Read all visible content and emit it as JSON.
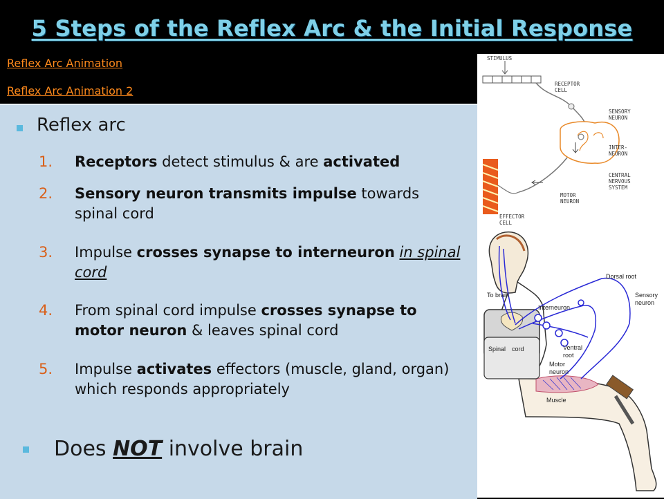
{
  "title": "5 Steps of the Reflex Arc & the Initial Response",
  "links": [
    "Reflex Arc Animation",
    "Reflex Arc Animation 2"
  ],
  "bullet1": "Reflex arc",
  "steps": [
    {
      "num": "1.",
      "parts": [
        {
          "t": "Receptors",
          "b": true
        },
        {
          "t": " detect stimulus & are "
        },
        {
          "t": "activated",
          "b": true
        }
      ]
    },
    {
      "num": "2.",
      "parts": [
        {
          "t": "Sensory neuron transmits impulse",
          "b": true
        },
        {
          "t": " towards spinal cord"
        }
      ]
    },
    {
      "num": "3.",
      "parts": [
        {
          "t": "Impulse "
        },
        {
          "t": "crosses synapse to interneuron",
          "b": true
        },
        {
          "t": " "
        },
        {
          "t": "in spinal cord",
          "em": true
        }
      ]
    },
    {
      "num": "4.",
      "parts": [
        {
          "t": "From spinal cord impulse "
        },
        {
          "t": "crosses synapse to motor neuron",
          "b": true
        },
        {
          "t": " & leaves spinal cord"
        }
      ]
    },
    {
      "num": "5.",
      "parts": [
        {
          "t": "Impulse "
        },
        {
          "t": "activates",
          "b": true
        },
        {
          "t": " effectors (muscle, gland, organ) which responds appropriately"
        }
      ]
    }
  ],
  "bullet2": {
    "pre": "Does ",
    "not": "NOT",
    "post": " involve brain"
  },
  "diagram_top_labels": {
    "stimulus": "STIMULUS",
    "receptor_cell": [
      "RECEPTOR",
      "CELL"
    ],
    "sensory_neuron": [
      "SENSORY",
      "NEURON"
    ],
    "inter_neuron": [
      "INTER-",
      "NEURON"
    ],
    "cns": [
      "CENTRAL",
      "NERVOUS",
      "SYSTEM"
    ],
    "motor_neuron": [
      "MOTOR",
      "NEURON"
    ],
    "effector_cell": [
      "EFFECTOR",
      "CELL"
    ]
  },
  "diagram_bottom_labels": {
    "to_brain": "To brain",
    "dorsal_root": "Dorsal root",
    "sensory_neuron": [
      "Sensory",
      "neuron"
    ],
    "interneuron": "Interneuron",
    "ventral_root": [
      "Ventral",
      "root"
    ],
    "motor_neuron": [
      "Motor",
      "neuron"
    ],
    "spinal_cord": [
      "Spinal",
      "cord"
    ],
    "muscle": "Muscle"
  },
  "colors": {
    "title": "#7fd0e8",
    "link": "#ff8a1c",
    "panel": "#c6d9e9",
    "number": "#d9601a",
    "bullet": "#5ab9de"
  }
}
